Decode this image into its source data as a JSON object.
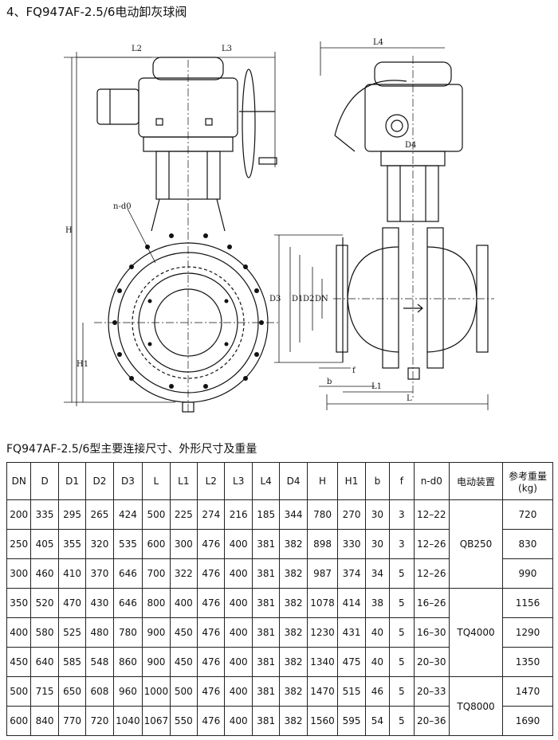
{
  "heading": "4、FQ947AF-2.5/6电动卸灰球阀",
  "drawing_labels": {
    "L2": "L2",
    "L3": "L3",
    "L4": "L4",
    "H": "H",
    "H1": "H1",
    "nd0": "n-d0",
    "D4": "D4",
    "D3": "D3",
    "D1": "D1",
    "D2": "D2",
    "DN": "DN",
    "f": "f",
    "b": "b",
    "L1": "L1",
    "L": "L"
  },
  "table_title": "FQ947AF-2.5/6型主要连接尺寸、外形尺寸及重量",
  "table": {
    "headers": [
      "DN",
      "D",
      "D1",
      "D2",
      "D3",
      "L",
      "L1",
      "L2",
      "L3",
      "L4",
      "D4",
      "H",
      "H1",
      "b",
      "f",
      "n-d0",
      "电动装置",
      "参考重量(kg)"
    ],
    "rows": [
      [
        "200",
        "335",
        "295",
        "265",
        "424",
        "500",
        "225",
        "274",
        "216",
        "185",
        "344",
        "780",
        "270",
        "30",
        "3",
        "12–22"
      ],
      [
        "250",
        "405",
        "355",
        "320",
        "535",
        "600",
        "300",
        "476",
        "400",
        "381",
        "382",
        "898",
        "330",
        "30",
        "3",
        "12–26"
      ],
      [
        "300",
        "460",
        "410",
        "370",
        "646",
        "700",
        "322",
        "476",
        "400",
        "381",
        "382",
        "987",
        "374",
        "34",
        "5",
        "12–26"
      ],
      [
        "350",
        "520",
        "470",
        "430",
        "646",
        "800",
        "400",
        "476",
        "400",
        "381",
        "382",
        "1078",
        "414",
        "38",
        "5",
        "16–26"
      ],
      [
        "400",
        "580",
        "525",
        "480",
        "780",
        "900",
        "450",
        "476",
        "400",
        "381",
        "382",
        "1230",
        "431",
        "40",
        "5",
        "16–30"
      ],
      [
        "450",
        "640",
        "585",
        "548",
        "860",
        "900",
        "450",
        "476",
        "400",
        "381",
        "382",
        "1340",
        "475",
        "40",
        "5",
        "20–30"
      ],
      [
        "500",
        "715",
        "650",
        "608",
        "960",
        "1000",
        "500",
        "476",
        "400",
        "381",
        "382",
        "1470",
        "515",
        "46",
        "5",
        "20–33"
      ],
      [
        "600",
        "840",
        "770",
        "720",
        "1040",
        "1067",
        "550",
        "476",
        "400",
        "381",
        "382",
        "1560",
        "595",
        "54",
        "5",
        "20–36"
      ]
    ],
    "actuators": [
      "QB250",
      "TQ4000",
      "TQ8000"
    ],
    "weights": [
      "720",
      "830",
      "990",
      "1156",
      "1290",
      "1350",
      "1470",
      "1690"
    ]
  }
}
